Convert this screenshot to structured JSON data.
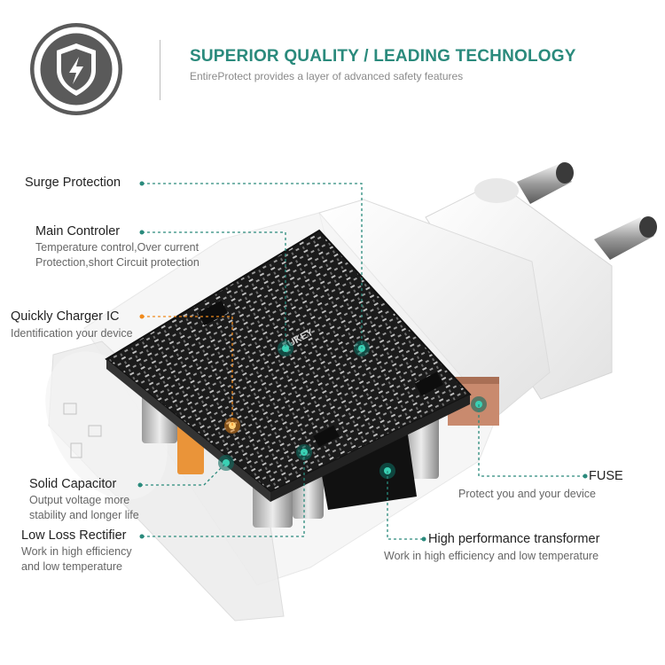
{
  "header": {
    "title": "SUPERIOR QUALITY / LEADING TECHNOLOGY",
    "subtitle": "EntireProtect provides a layer of advanced safety features"
  },
  "icons": {
    "badge": "shield-lightning-icon"
  },
  "callouts": {
    "surge": {
      "label": "Surge Protection"
    },
    "controller": {
      "label": "Main Controler",
      "desc1": "Temperature control,Over current",
      "desc2": "Protection,short Circuit protection"
    },
    "charger_ic": {
      "label": "Quickly Charger IC",
      "desc1": "Identification your device"
    },
    "capacitor": {
      "label": "Solid Capacitor",
      "desc1": "Output voltage more",
      "desc2": "stability and longer life"
    },
    "rectifier": {
      "label": "Low Loss Rectifier",
      "desc1": "Work in high efficiency",
      "desc2": "and low temperature"
    },
    "fuse": {
      "label": "FUSE",
      "desc1": "Protect you and your device"
    },
    "transformer": {
      "label": "High performance transformer",
      "desc1": "Work in high efficiency and low temperature"
    }
  },
  "product": {
    "board_brand": "AUKEY"
  },
  "colors": {
    "accent": "#2a8a7c",
    "highlight": "#f08a1c",
    "pcb": "#1a1a1a",
    "fuse": "#c98a6e"
  }
}
